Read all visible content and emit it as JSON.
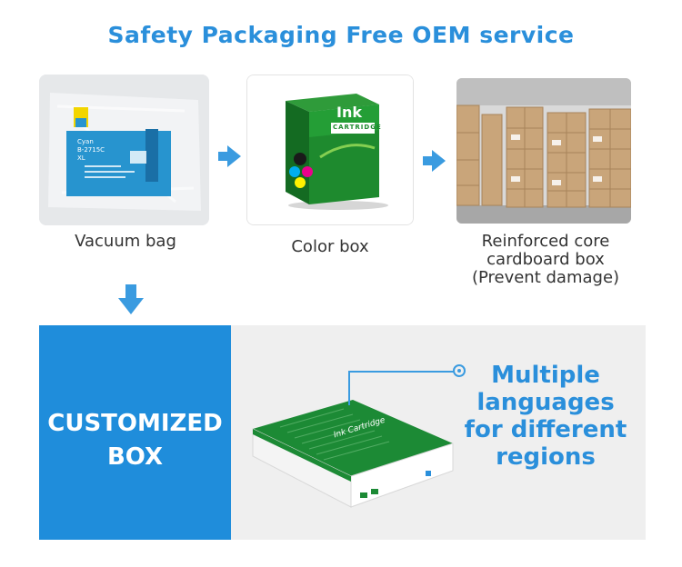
{
  "header": {
    "title": "Safety Packaging Free OEM service"
  },
  "steps": [
    {
      "caption": "Vacuum bag",
      "label": {
        "name": "Cyan",
        "code": "B-2715C",
        "size": "XL"
      }
    },
    {
      "caption": "Color box",
      "box_brand": "Ink",
      "box_sub": "CARTRIDGE"
    },
    {
      "caption_lines": [
        "Reinforced core",
        "cardboard box",
        "(Prevent damage)"
      ]
    }
  ],
  "customized": {
    "lines": [
      "CUSTOMIZED",
      "BOX"
    ],
    "box_text": "Ink Cartridge",
    "callout_lines": [
      "Multiple",
      "languages",
      "for different",
      "regions"
    ]
  },
  "colors": {
    "accent": "#2a8fdb",
    "panel_blue": "#1f8ddb",
    "box_green": "#1e8a2e"
  }
}
